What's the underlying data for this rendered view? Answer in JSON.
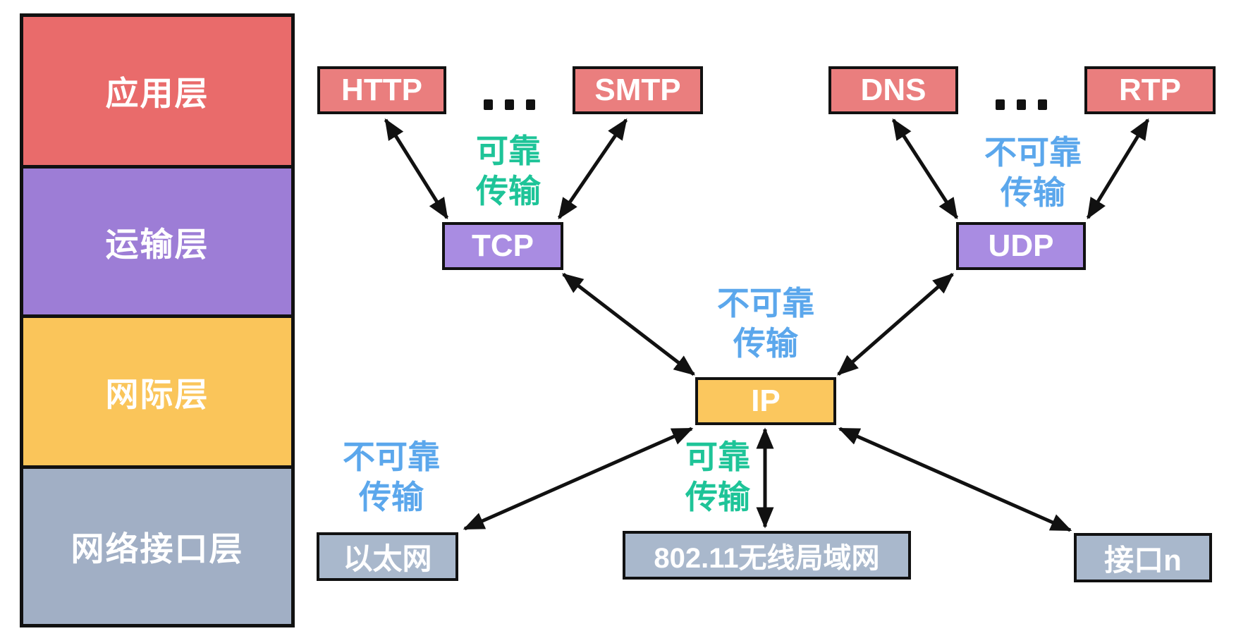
{
  "diagram": {
    "description_language": "zh-CN",
    "background": "#FFFFFF"
  },
  "layer_stack": {
    "layers": [
      {
        "id": "application",
        "label": "应用层",
        "color": "#E96B6B"
      },
      {
        "id": "transport",
        "label": "运输层",
        "color": "#9D7DD6"
      },
      {
        "id": "internet",
        "label": "网际层",
        "color": "#FAC55A"
      },
      {
        "id": "network-interface",
        "label": "网络接口层",
        "color": "#A1AFC5"
      }
    ]
  },
  "nodes": {
    "http": {
      "label": "HTTP",
      "color": "#EA7E7E"
    },
    "smtp": {
      "label": "SMTP",
      "color": "#EA7E7E"
    },
    "dns": {
      "label": "DNS",
      "color": "#EA7E7E"
    },
    "rtp": {
      "label": "RTP",
      "color": "#EA7E7E"
    },
    "tcp": {
      "label": "TCP",
      "color": "#A98CE2"
    },
    "udp": {
      "label": "UDP",
      "color": "#A98CE2"
    },
    "ip": {
      "label": "IP",
      "color": "#FBC75E"
    },
    "ethernet": {
      "label": "以太网",
      "color": "#A9B8CC"
    },
    "wlan": {
      "label": "802.11无线局域网",
      "color": "#A9B8CC"
    },
    "interface_n": {
      "label": "接口n",
      "color": "#A9B8CC"
    }
  },
  "annotations": [
    {
      "id": "tcp-reliable",
      "lines": [
        "可靠",
        "传输"
      ],
      "color": "#1EC498"
    },
    {
      "id": "udp-unreliable",
      "lines": [
        "不可靠",
        "传输"
      ],
      "color": "#5BA7EC"
    },
    {
      "id": "ip-unreliable",
      "lines": [
        "不可靠",
        "传输"
      ],
      "color": "#5BA7EC"
    },
    {
      "id": "ethernet-unreliable",
      "lines": [
        "不可靠",
        "传输"
      ],
      "color": "#5BA7EC"
    },
    {
      "id": "wlan-reliable",
      "lines": [
        "可靠",
        "传输"
      ],
      "color": "#1EC498"
    }
  ],
  "misc": {
    "ellipsis": "..."
  },
  "edges": [
    {
      "from": "HTTP",
      "to": "TCP",
      "bidirectional": true
    },
    {
      "from": "SMTP",
      "to": "TCP",
      "bidirectional": true
    },
    {
      "from": "DNS",
      "to": "UDP",
      "bidirectional": true
    },
    {
      "from": "RTP",
      "to": "UDP",
      "bidirectional": true
    },
    {
      "from": "TCP",
      "to": "IP",
      "bidirectional": true
    },
    {
      "from": "UDP",
      "to": "IP",
      "bidirectional": true
    },
    {
      "from": "IP",
      "to": "以太网",
      "bidirectional": true
    },
    {
      "from": "IP",
      "to": "802.11无线局域网",
      "bidirectional": true
    },
    {
      "from": "IP",
      "to": "接口n",
      "bidirectional": true
    }
  ]
}
